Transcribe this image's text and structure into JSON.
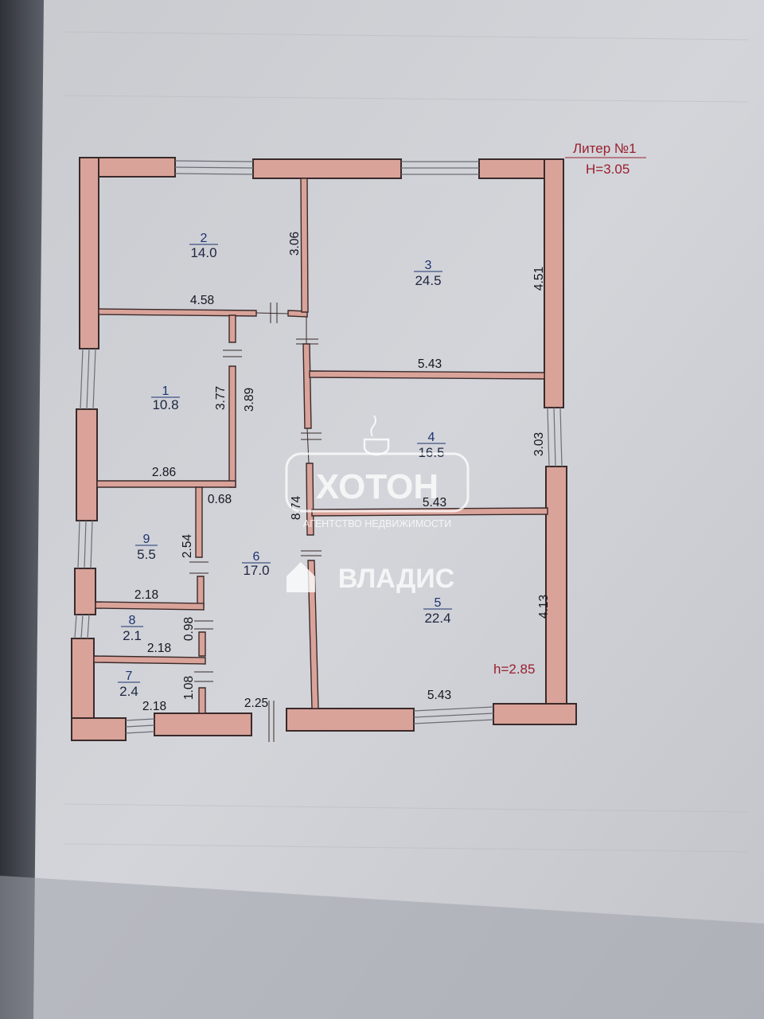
{
  "header": {
    "liter": "Литер №1",
    "height": "H=3.05"
  },
  "ceiling_note": "h=2.85",
  "rooms": [
    {
      "id": "2",
      "area": "14.0"
    },
    {
      "id": "3",
      "area": "24.5"
    },
    {
      "id": "1",
      "area": "10.8"
    },
    {
      "id": "4",
      "area": "16.5"
    },
    {
      "id": "9",
      "area": "5.5"
    },
    {
      "id": "6",
      "area": "17.0"
    },
    {
      "id": "5",
      "area": "22.4"
    },
    {
      "id": "8",
      "area": "2.1"
    },
    {
      "id": "7",
      "area": "2.4"
    }
  ],
  "dimensions": {
    "d_3_06": "3.06",
    "d_4_58": "4.58",
    "d_4_51": "4.51",
    "d_5_43_a": "5.43",
    "d_3_77": "3.77",
    "d_3_89": "3.89",
    "d_3_03": "3.03",
    "d_2_86": "2.86",
    "d_0_68": "0.68",
    "d_8_74": "8.74",
    "d_5_43_b": "5.43",
    "d_2_54": "2.54",
    "d_2_18_a": "2.18",
    "d_4_13": "4.13",
    "d_0_98": "0.98",
    "d_2_18_b": "2.18",
    "d_1_08": "1.08",
    "d_2_18_c": "2.18",
    "d_2_25": "2.25",
    "d_5_43_c": "5.43"
  },
  "watermark": {
    "brand1": "ХОТОН",
    "tagline": "АГЕНТСТВО НЕДВИЖИМОСТИ",
    "brand2": "ВЛАДИС"
  },
  "colors": {
    "wall_fill": "#d9a39a",
    "wall_stroke": "#3a2a2a",
    "paper": "#cfd1d6",
    "shadow": "#42464e"
  }
}
